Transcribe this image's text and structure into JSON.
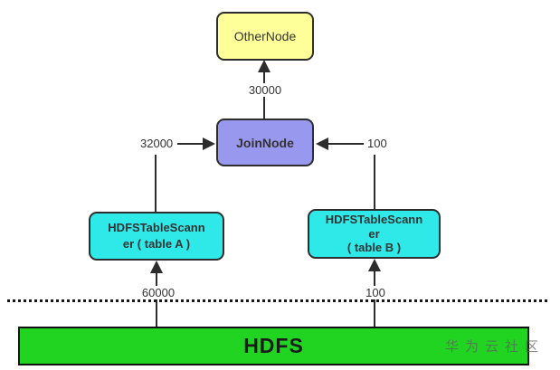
{
  "colors": {
    "other_node_fill": "#ffff99",
    "join_node_fill": "#9898ee",
    "scanner_fill": "#2fe9e9",
    "hdfs_fill": "#22d422",
    "line": "#2d2d2d"
  },
  "nodes": {
    "other": {
      "label": "OtherNode"
    },
    "join": {
      "label": "JoinNode"
    },
    "scanner_a": {
      "lines": [
        "HDFSTableScann",
        "er ( table A )"
      ]
    },
    "scanner_b": {
      "lines": [
        "HDFSTableScann",
        "er",
        "( table B )"
      ]
    },
    "hdfs": {
      "label": "HDFS"
    }
  },
  "edges": {
    "join_to_other": {
      "label": "30000"
    },
    "scanner_a_to_join": {
      "label": "32000"
    },
    "scanner_b_to_join": {
      "label": "100"
    },
    "hdfs_to_scanner_a": {
      "label": "60000"
    },
    "hdfs_to_scanner_b": {
      "label": "100"
    }
  },
  "watermark": "华为云社区"
}
